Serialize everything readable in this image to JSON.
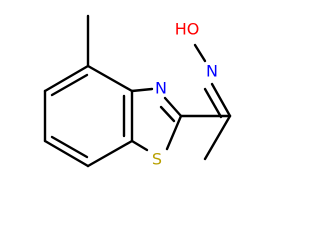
{
  "molecule": {
    "atoms": {
      "nitrogen_ring": "N",
      "sulfur": "S",
      "nitrogen_oxime": "N",
      "hydroxyl": "HO"
    },
    "colors": {
      "bond": "#000000",
      "nitrogen": "#0000ff",
      "sulfur": "#b8a000",
      "oxygen": "#ff0000"
    }
  }
}
